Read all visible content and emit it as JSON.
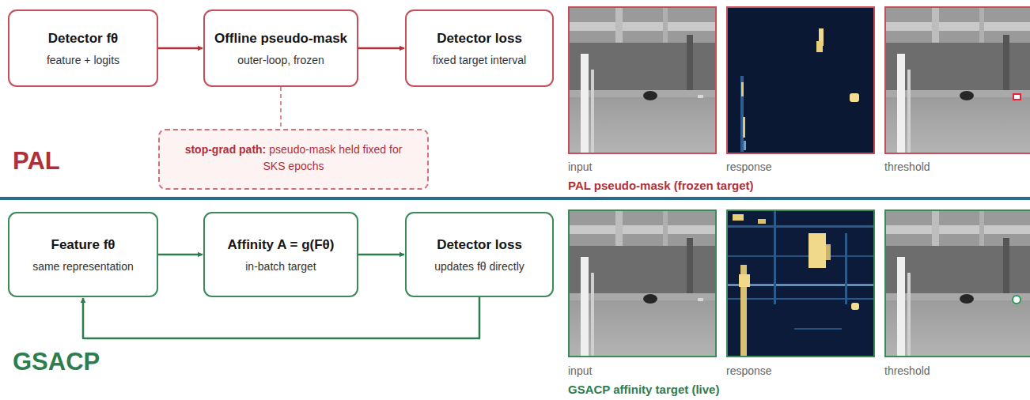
{
  "diagram": {
    "nodes": [
      {
        "text": [
          "Detector fθ",
          "feature + logits"
        ]
      },
      {
        "text": [
          "Offline pseudo-mask",
          "outer-loop, frozen"
        ]
      },
      {
        "text": [
          "Detector loss",
          "fixed target interval"
        ]
      },
      {
        "text": [
          "stop-grad path:",
          "pseudo-mask held fixed for SKS epochs"
        ]
      },
      {
        "text": [
          "Feature fθ",
          "same representation"
        ]
      },
      {
        "text": [
          "Affinity A = g(Fθ)",
          "in-batch target"
        ]
      },
      {
        "text": [
          "Detector loss",
          "updates fθ directly"
        ]
      }
    ],
    "edges": [
      {
        "from": 0,
        "to": 1,
        "arrow": "to"
      },
      {
        "from": 1,
        "to": 2,
        "arrow": "to"
      },
      {
        "from": 1,
        "to": 3,
        "arrow": "none"
      },
      {
        "from": 4,
        "to": 5,
        "arrow": "to"
      },
      {
        "from": 5,
        "to": 6,
        "arrow": "to"
      },
      {
        "from": 6,
        "to": 4,
        "arrow": "to"
      }
    ],
    "labels": [
      "PAL",
      "input",
      "response",
      "threshold",
      "PAL pseudo-mask (frozen target)",
      "GSACP",
      "input",
      "response",
      "threshold",
      "GSACP affinity target (live)"
    ]
  }
}
